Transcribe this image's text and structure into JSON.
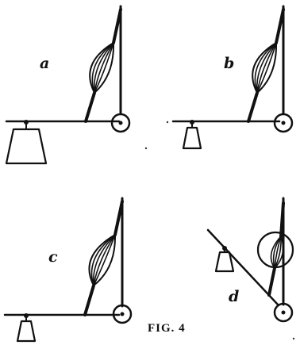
{
  "panels": [
    {
      "id": "a",
      "label": "a"
    },
    {
      "id": "b",
      "label": "b"
    },
    {
      "id": "c",
      "label": "c"
    },
    {
      "id": "d",
      "label": "d"
    }
  ],
  "caption": "FIG. 4"
}
